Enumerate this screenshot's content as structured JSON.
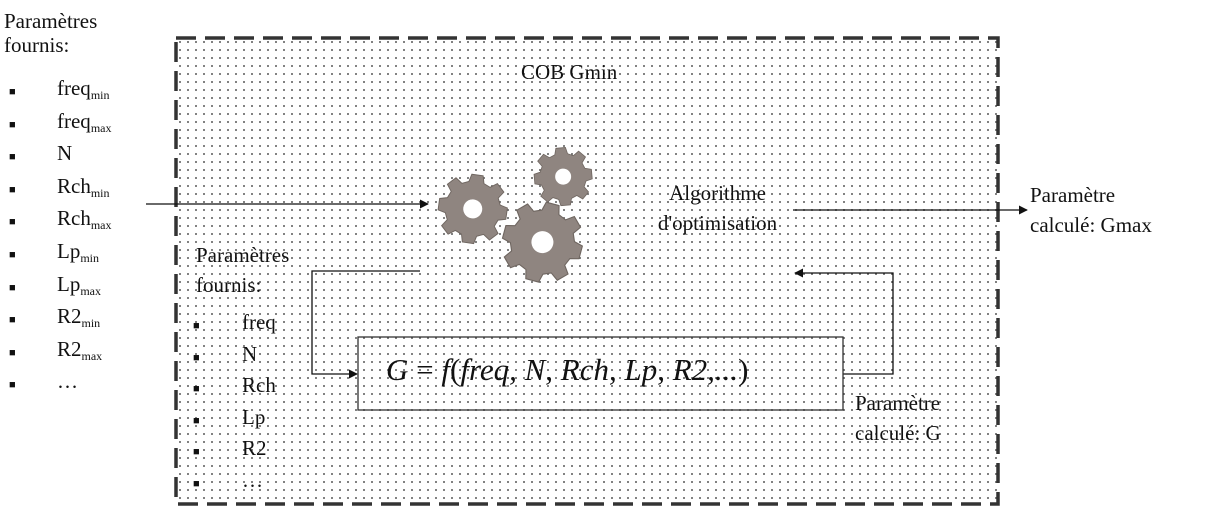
{
  "left_panel": {
    "title_line1": "Paramètres",
    "title_line2": "fournis:",
    "items": [
      {
        "base": "freq",
        "sub": "min"
      },
      {
        "base": "freq",
        "sub": "max"
      },
      {
        "base": "N",
        "sub": ""
      },
      {
        "base": "Rch",
        "sub": "min"
      },
      {
        "base": "Rch",
        "sub": "max"
      },
      {
        "base": "Lp",
        "sub": "min"
      },
      {
        "base": "Lp",
        "sub": "max"
      },
      {
        "base": "R2",
        "sub": "min"
      },
      {
        "base": "R2",
        "sub": "max"
      },
      {
        "base": "…",
        "sub": ""
      }
    ]
  },
  "block": {
    "title": "COB Gmin",
    "algo_line1": "Algorithme",
    "algo_line2": "d'optimisation"
  },
  "inner_params": {
    "title_line1": "Paramètres",
    "title_line2": "fournis:",
    "items": [
      "freq",
      "N",
      "Rch",
      "Lp",
      "R2",
      "…"
    ]
  },
  "formula": {
    "lhs": "G",
    "eq": "=",
    "fn": "f",
    "args": "freq, N, Rch, Lp, R2,..."
  },
  "inner_output": {
    "line1": "Paramètre",
    "line2": "calculé: G"
  },
  "output": {
    "line1": "Paramètre",
    "line2": "calculé: Gmax"
  },
  "icons": {
    "gears": "gears-icon",
    "gear_color": "#8f8580"
  }
}
